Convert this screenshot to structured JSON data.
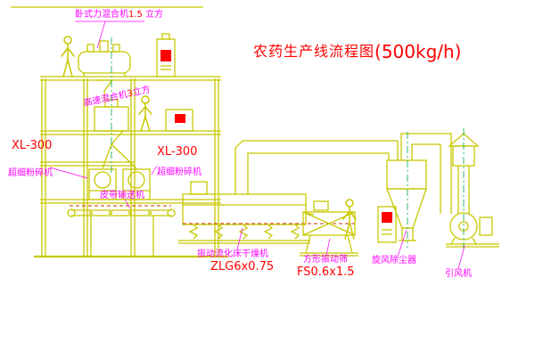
{
  "title": {
    "name": "农药生产线流程图",
    "capacity": "(500kg/h)"
  },
  "labels": {
    "horizontal_mixer": {
      "name": "卧式力混合机",
      "value": "1.5",
      "unit": " 立方"
    },
    "high_speed_mixer": {
      "name": "高速混合机",
      "value": "3",
      "unit": "立方"
    },
    "pulverizer_left": {
      "model": "XL-300",
      "name": "超细粉碎机"
    },
    "pulverizer_mid": {
      "model": "XL-300",
      "name": "超细粉碎机"
    },
    "belt_conveyor": "皮带输送机",
    "fluid_bed_dryer": {
      "name": "振动流化床干燥机",
      "model": "ZLG6x0.75"
    },
    "vibrating_sieve": {
      "name": "方形振动筛",
      "model": "FS0.6x1.5"
    },
    "cyclone_dust_collector": "旋风除尘器",
    "induced_draft_fan": "引风机"
  },
  "colors": {
    "background": "#ffffff",
    "machinery_line": "#c8c800",
    "label_text": "#ff00ff",
    "model_text": "#ff0000",
    "title_text": "#ff0000",
    "panel_screen_fill": "#ff0000",
    "centerline": "#00aa44",
    "datum_dashed": "#cc3300"
  }
}
